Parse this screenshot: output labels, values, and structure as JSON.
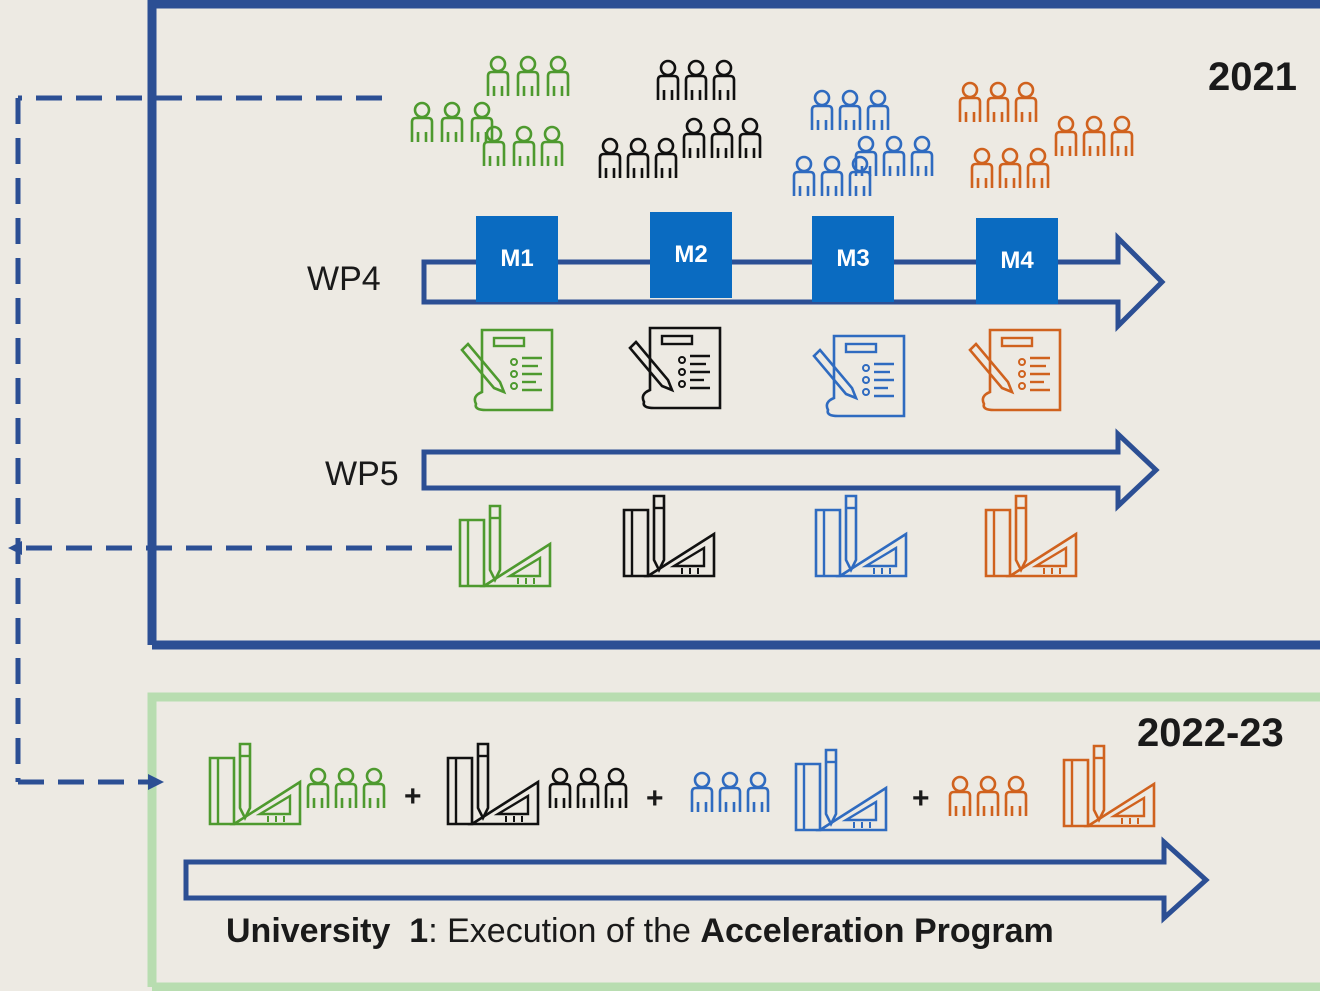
{
  "years": {
    "top": "2021",
    "bottom": "2022-23"
  },
  "work_packages": {
    "wp4": "WP4",
    "wp5": "WP5"
  },
  "milestones": [
    "M1",
    "M2",
    "M3",
    "M4"
  ],
  "execution": {
    "plus": "+",
    "caption_strong_1": "University  1",
    "caption_mid": ": Execution of the ",
    "caption_strong_2": "Acceleration",
    "caption_space": " ",
    "caption_strong_3": "Program"
  },
  "colors": {
    "frame_blue": "#2c4f94",
    "frame_green": "#b8ddb0",
    "milestone_blue": "#0a6bc1",
    "green": "#4e9a2f",
    "black": "#111111",
    "blue": "#2f6bc0",
    "orange": "#d0621e",
    "background": "#edeae3"
  },
  "icons": [
    "people-group-icon",
    "checklist-document-icon",
    "design-tools-icon",
    "dashed-flow-arrow"
  ]
}
